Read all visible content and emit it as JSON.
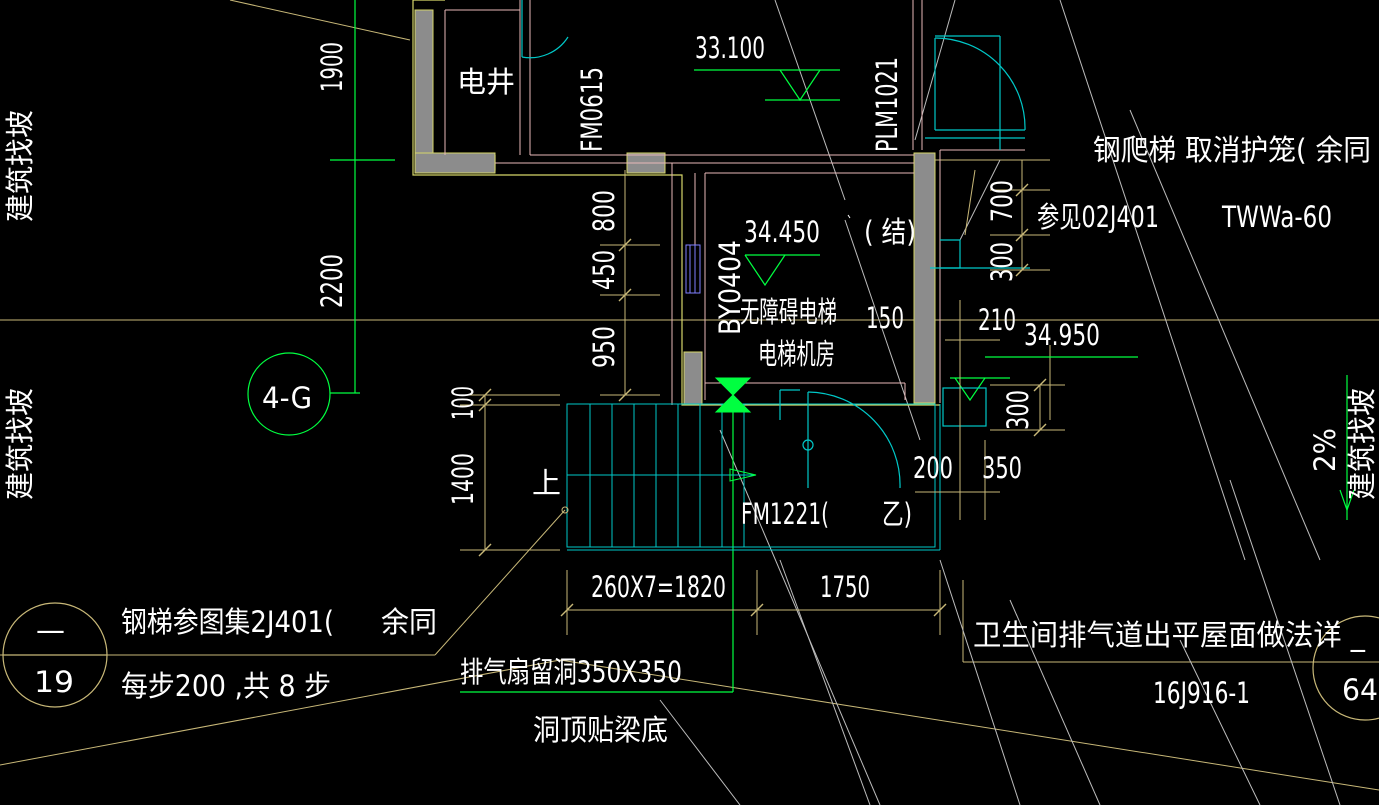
{
  "drawing": {
    "background_color": "#000000",
    "colors": {
      "dimension": "#c8b878",
      "wall_outline": "#d6d66a",
      "wall_fill": "#8c8c8c",
      "axis_green": "#00ff40",
      "door_cyan": "#00c8c8",
      "thin_white": "#d8d8d8",
      "room_line": "#e8b8b8",
      "text": "#ffffff"
    },
    "labels": {
      "elec_shaft": "电井",
      "door_fm0615": "FM0615",
      "elev_33100": "33.100",
      "door_plm1021": "PLM1021",
      "ladder_note": "钢爬梯 取消护笼( 余同",
      "ref_02j401": "参见02J401",
      "ref_twwa60": "TWWa-60",
      "elev_34450": "34.450",
      "struct_note": "( 结)",
      "window_by0404": "BY0404",
      "room_elevator": "无障碍电梯",
      "room_machine": "电梯机房",
      "dim_150": "150",
      "dim_210": "210",
      "elev_34950": "34.950",
      "axis_4g": "4-G",
      "stair_up": "上",
      "door_fm1221": "FM1221(",
      "door_fm1221_yi": "乙)",
      "dim_200": "200",
      "dim_350": "350",
      "dim_300_right": "300",
      "slope_2pct": "2%",
      "dim_stair_run": "260X7=1820",
      "dim_1750": "1750",
      "steel_stair_note": "钢梯参图集2J401(",
      "steel_stair_note_tail": "余同",
      "step_note": "每步200 ,共 8 步",
      "detail_top": "—",
      "detail_19": "19",
      "fan_hole": "排气扇留洞350X350",
      "hole_top": "洞顶贴梁底",
      "wc_vent_note": "卫生间排气道出平屋面做法详 _",
      "ref_16j916": "16J916-1",
      "detail_64": "64",
      "dim_1900": "1900",
      "dim_2200": "2200",
      "dim_800": "800",
      "dim_450": "450",
      "dim_950": "950",
      "dim_100": "100",
      "dim_1400": "1400",
      "dim_700": "700",
      "dim_300": "300",
      "slope_find_1": "建筑找坡",
      "slope_find_2": "建筑找坡",
      "slope_find_3": "建筑找坡"
    }
  }
}
